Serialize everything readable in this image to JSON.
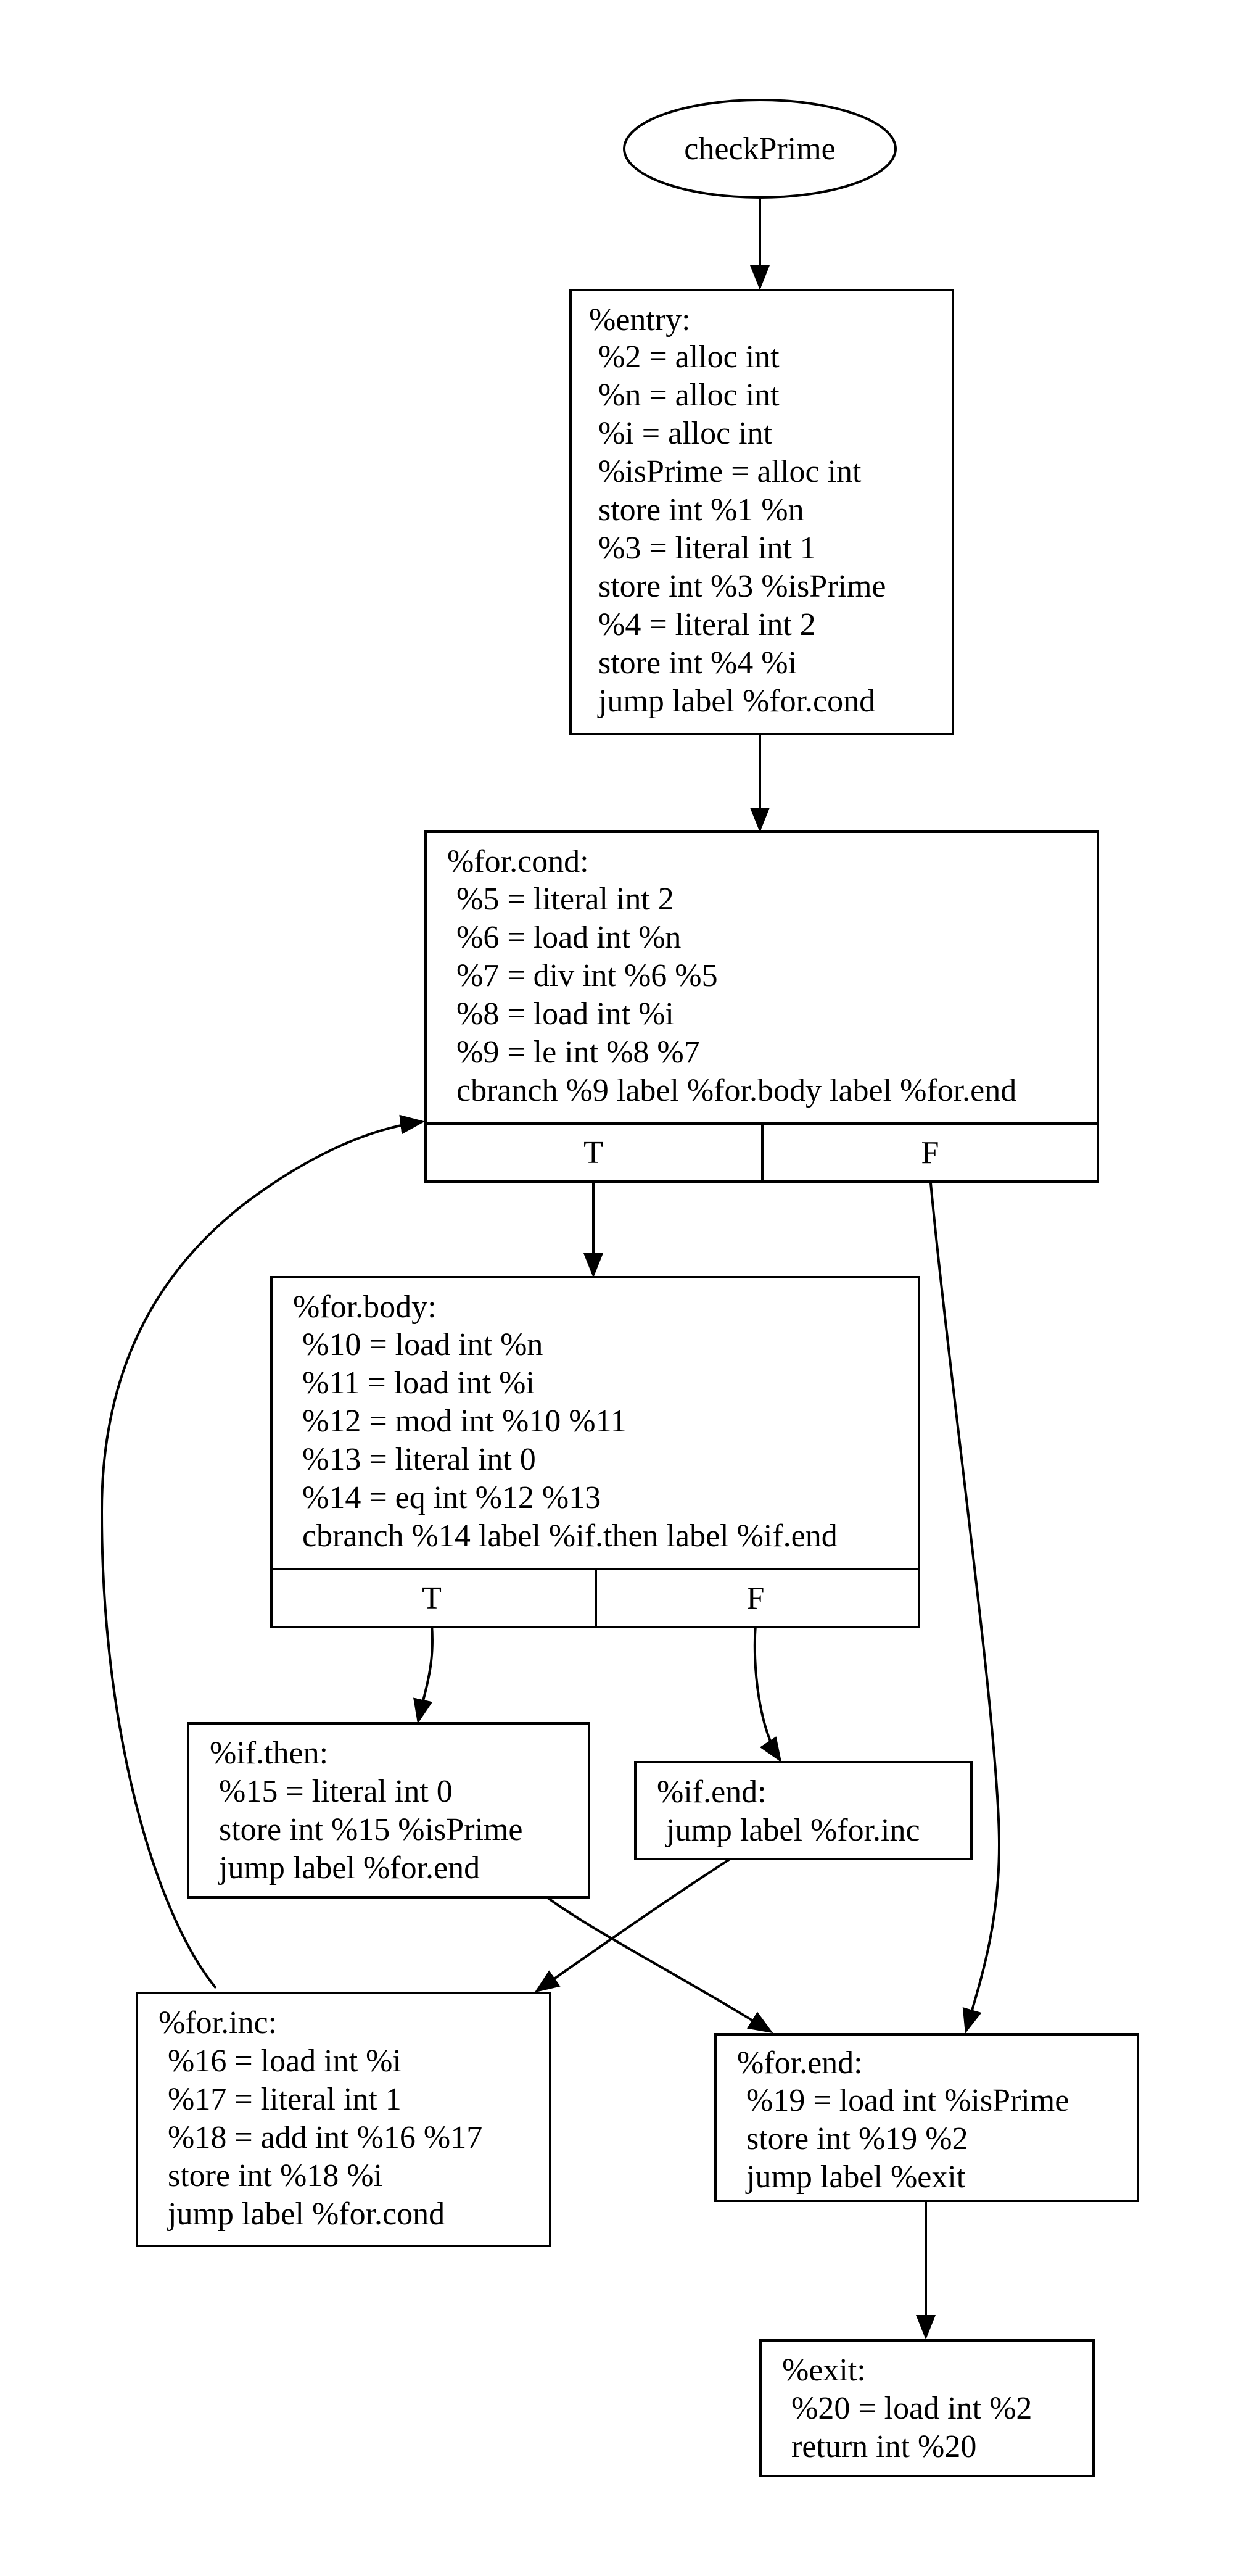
{
  "title_node": {
    "label": "checkPrime"
  },
  "blocks": {
    "entry": {
      "label": "%entry:",
      "lines": [
        "%2 = alloc int",
        "%n = alloc int",
        "%i = alloc int",
        "%isPrime = alloc int",
        "store int %1 %n",
        "%3 = literal int 1",
        "store int %3 %isPrime",
        "%4 = literal int 2",
        "store int %4 %i",
        "jump label %for.cond"
      ]
    },
    "for_cond": {
      "label": "%for.cond:",
      "lines": [
        "%5 = literal int 2",
        "%6 = load int %n",
        "%7 = div int %6 %5",
        "%8 = load int %i",
        "%9 = le int %8 %7",
        "cbranch %9 label %for.body label %for.end"
      ],
      "branch_true": "T",
      "branch_false": "F"
    },
    "for_body": {
      "label": "%for.body:",
      "lines": [
        "%10 = load int %n",
        "%11 = load int %i",
        "%12 = mod int %10 %11",
        "%13 = literal int 0",
        "%14 = eq int %12 %13",
        "cbranch %14 label %if.then label %if.end"
      ],
      "branch_true": "T",
      "branch_false": "F"
    },
    "if_then": {
      "label": "%if.then:",
      "lines": [
        "%15 = literal int 0",
        "store int %15 %isPrime",
        "jump label %for.end"
      ]
    },
    "if_end": {
      "label": "%if.end:",
      "lines": [
        "jump label %for.inc"
      ]
    },
    "for_inc": {
      "label": "%for.inc:",
      "lines": [
        "%16 = load int %i",
        "%17 = literal int 1",
        "%18 = add int %16 %17",
        "store int %18 %i",
        "jump label %for.cond"
      ]
    },
    "for_end": {
      "label": "%for.end:",
      "lines": [
        "%19 = load int %isPrime",
        "store int %19 %2",
        "jump label %exit"
      ]
    },
    "exit": {
      "label": "%exit:",
      "lines": [
        "%20 = load int %2",
        "return int %20"
      ]
    }
  },
  "edges": [
    {
      "from": "checkPrime",
      "to": "entry"
    },
    {
      "from": "entry",
      "to": "for_cond"
    },
    {
      "from": "for_cond",
      "port": "T",
      "to": "for_body"
    },
    {
      "from": "for_cond",
      "port": "F",
      "to": "for_end"
    },
    {
      "from": "for_body",
      "port": "T",
      "to": "if_then"
    },
    {
      "from": "for_body",
      "port": "F",
      "to": "if_end"
    },
    {
      "from": "if_then",
      "to": "for_end"
    },
    {
      "from": "if_end",
      "to": "for_inc"
    },
    {
      "from": "for_inc",
      "to": "for_cond"
    },
    {
      "from": "for_end",
      "to": "exit"
    }
  ]
}
